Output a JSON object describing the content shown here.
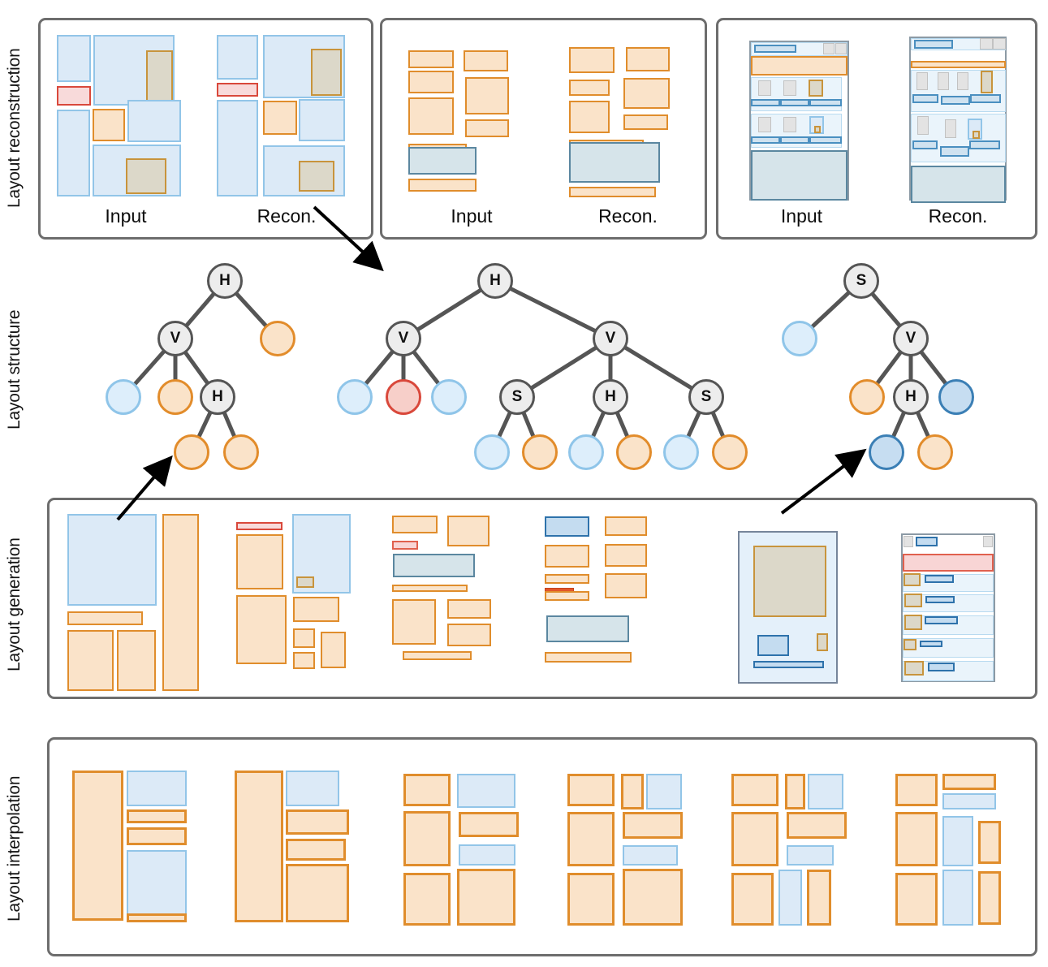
{
  "rows": [
    {
      "id": "reconstruction",
      "label": "Layout reconstruction"
    },
    {
      "id": "structure",
      "label": "Layout structure"
    },
    {
      "id": "generation",
      "label": "Layout generation"
    },
    {
      "id": "interpolation",
      "label": "Layout interpolation"
    }
  ],
  "captions": {
    "input": "Input",
    "recon": "Recon."
  },
  "reconstruction_panels": [
    {
      "id": "panel-1",
      "input_caption": "Input",
      "recon_caption": "Recon."
    },
    {
      "id": "panel-2",
      "input_caption": "Input",
      "recon_caption": "Recon."
    },
    {
      "id": "panel-3",
      "input_caption": "Input",
      "recon_caption": "Recon."
    }
  ],
  "trees": [
    {
      "id": "tree-left",
      "nodes": [
        {
          "id": "t1-root",
          "label": "H",
          "type": "operator"
        },
        {
          "id": "t1-v",
          "label": "V",
          "type": "operator"
        },
        {
          "id": "t1-leaf-orange-top",
          "label": "",
          "type": "leaf-orange"
        },
        {
          "id": "t1-leaf-blue",
          "label": "",
          "type": "leaf-blue"
        },
        {
          "id": "t1-leaf-orange-mid",
          "label": "",
          "type": "leaf-orange"
        },
        {
          "id": "t1-h",
          "label": "H",
          "type": "operator"
        },
        {
          "id": "t1-leaf-orange-b1",
          "label": "",
          "type": "leaf-orange"
        },
        {
          "id": "t1-leaf-orange-b2",
          "label": "",
          "type": "leaf-orange"
        }
      ]
    },
    {
      "id": "tree-middle",
      "nodes": [
        {
          "id": "t2-root",
          "label": "H",
          "type": "operator"
        },
        {
          "id": "t2-v1",
          "label": "V",
          "type": "operator"
        },
        {
          "id": "t2-v2",
          "label": "V",
          "type": "operator"
        },
        {
          "id": "t2-leaf-blue-1",
          "label": "",
          "type": "leaf-blue"
        },
        {
          "id": "t2-leaf-red",
          "label": "",
          "type": "leaf-red"
        },
        {
          "id": "t2-leaf-blue-2",
          "label": "",
          "type": "leaf-blue"
        },
        {
          "id": "t2-s1",
          "label": "S",
          "type": "operator"
        },
        {
          "id": "t2-h1",
          "label": "H",
          "type": "operator"
        },
        {
          "id": "t2-s2",
          "label": "S",
          "type": "operator"
        },
        {
          "id": "t2-leaf-blue-3",
          "label": "",
          "type": "leaf-blue"
        },
        {
          "id": "t2-leaf-orange-1",
          "label": "",
          "type": "leaf-orange"
        },
        {
          "id": "t2-leaf-blue-4",
          "label": "",
          "type": "leaf-blue"
        },
        {
          "id": "t2-leaf-orange-2",
          "label": "",
          "type": "leaf-orange"
        },
        {
          "id": "t2-leaf-blue-5",
          "label": "",
          "type": "leaf-blue"
        },
        {
          "id": "t2-leaf-orange-3",
          "label": "",
          "type": "leaf-orange"
        }
      ]
    },
    {
      "id": "tree-right",
      "nodes": [
        {
          "id": "t3-root",
          "label": "S",
          "type": "operator"
        },
        {
          "id": "t3-leaf-blue-1",
          "label": "",
          "type": "leaf-blue"
        },
        {
          "id": "t3-v",
          "label": "V",
          "type": "operator"
        },
        {
          "id": "t3-leaf-orange-1",
          "label": "",
          "type": "leaf-orange"
        },
        {
          "id": "t3-h",
          "label": "H",
          "type": "operator"
        },
        {
          "id": "t3-leaf-bluedk-1",
          "label": "",
          "type": "leaf-blue-dark"
        },
        {
          "id": "t3-leaf-bluedk-2",
          "label": "",
          "type": "leaf-blue-dark"
        },
        {
          "id": "t3-leaf-orange-2",
          "label": "",
          "type": "leaf-orange"
        }
      ]
    }
  ],
  "node_labels": {
    "horizontal": "H",
    "vertical": "V",
    "stack": "S"
  },
  "generation_samples": [
    "sample-1",
    "sample-2",
    "sample-3",
    "sample-4",
    "sample-5",
    "sample-6"
  ],
  "interpolation_samples": [
    "step-1",
    "step-2",
    "step-3",
    "step-4",
    "step-5",
    "step-6"
  ],
  "colors": {
    "panel_border": "#6d6d6d",
    "blue_fill": "#dceaf7",
    "blue_stroke": "#92c5e8",
    "blue_dark_stroke": "#2e72ab",
    "orange_fill": "#fae3c9",
    "orange_stroke": "#e08d2c",
    "tan_fill": "#dcd8c9",
    "tan_stroke": "#c8943c",
    "red_fill": "#f8dada",
    "red_stroke": "#d9483b",
    "node_op_fill": "#ededed",
    "node_op_stroke": "#555555",
    "text": "#111111"
  }
}
